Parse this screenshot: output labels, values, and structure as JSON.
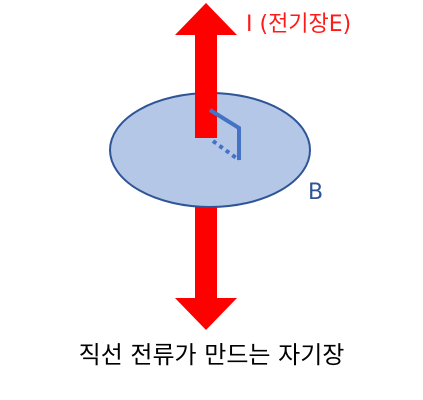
{
  "labels": {
    "current": "I (전기장E)",
    "field": "B",
    "caption": "직선 전류가 만드는 자기장"
  },
  "colors": {
    "current_arrow": "#ff0000",
    "field_disk_fill": "#b4c7e7",
    "field_disk_stroke": "#2f5597",
    "right_angle_mark": "#4472c4",
    "current_label": "#ff1a1a",
    "field_label": "#2f5597"
  }
}
